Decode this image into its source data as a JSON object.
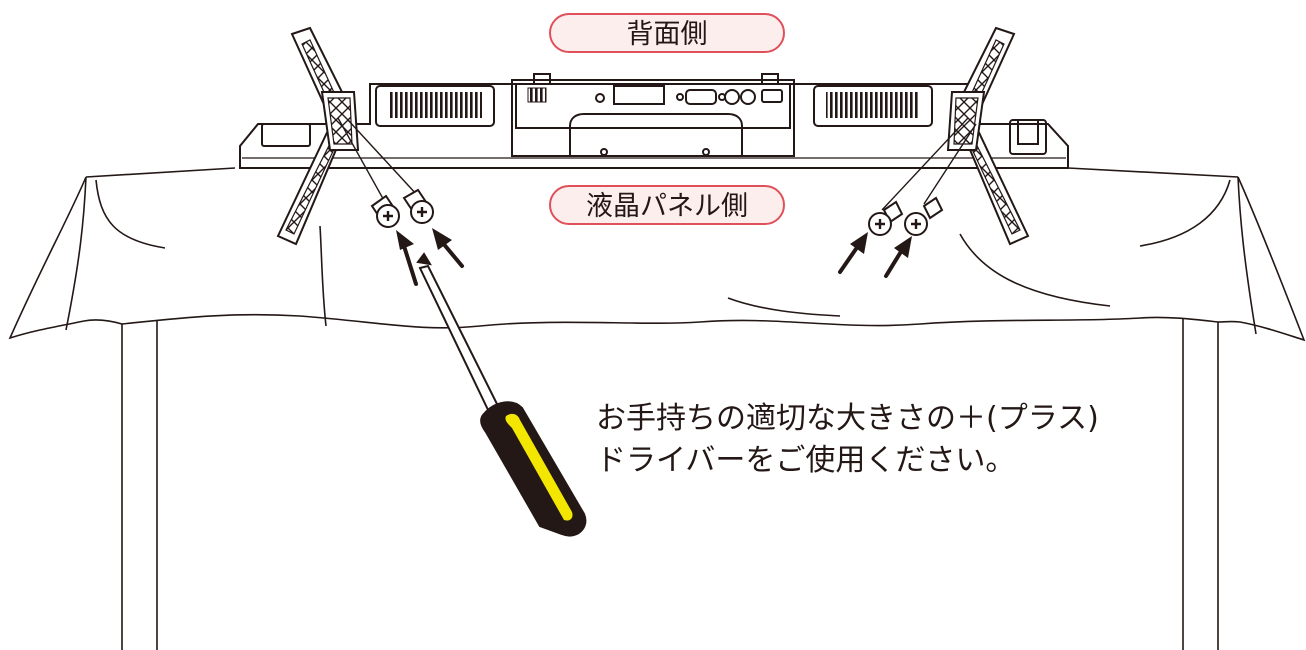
{
  "labels": {
    "back_side": "背面側",
    "panel_side": "液晶パネル側"
  },
  "instruction": {
    "line1": "お手持ちの適切な大きさの＋(プラス)",
    "line2": "ドライバーをご使用ください。"
  },
  "colors": {
    "label_border": "#e0505a",
    "label_fill": "#fdeeee",
    "line": "#231815",
    "screwdriver_handle": "#f3e600"
  }
}
